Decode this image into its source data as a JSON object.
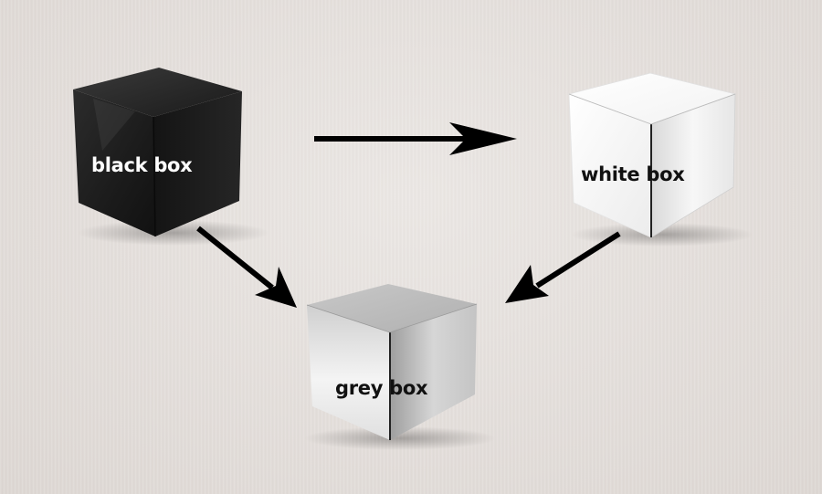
{
  "nodes": {
    "black_box": {
      "label": "black box",
      "fill": "#1c1c1c"
    },
    "white_box": {
      "label": "white box",
      "fill": "#ffffff"
    },
    "grey_box": {
      "label": "grey box",
      "fill": "#bdbdbd"
    }
  },
  "edges": [
    {
      "from": "black box",
      "to": "white box"
    },
    {
      "from": "black box",
      "to": "grey box"
    },
    {
      "from": "white box",
      "to": "grey box"
    }
  ],
  "colors": {
    "background": "#e4dfdc",
    "arrow": "#000000"
  }
}
